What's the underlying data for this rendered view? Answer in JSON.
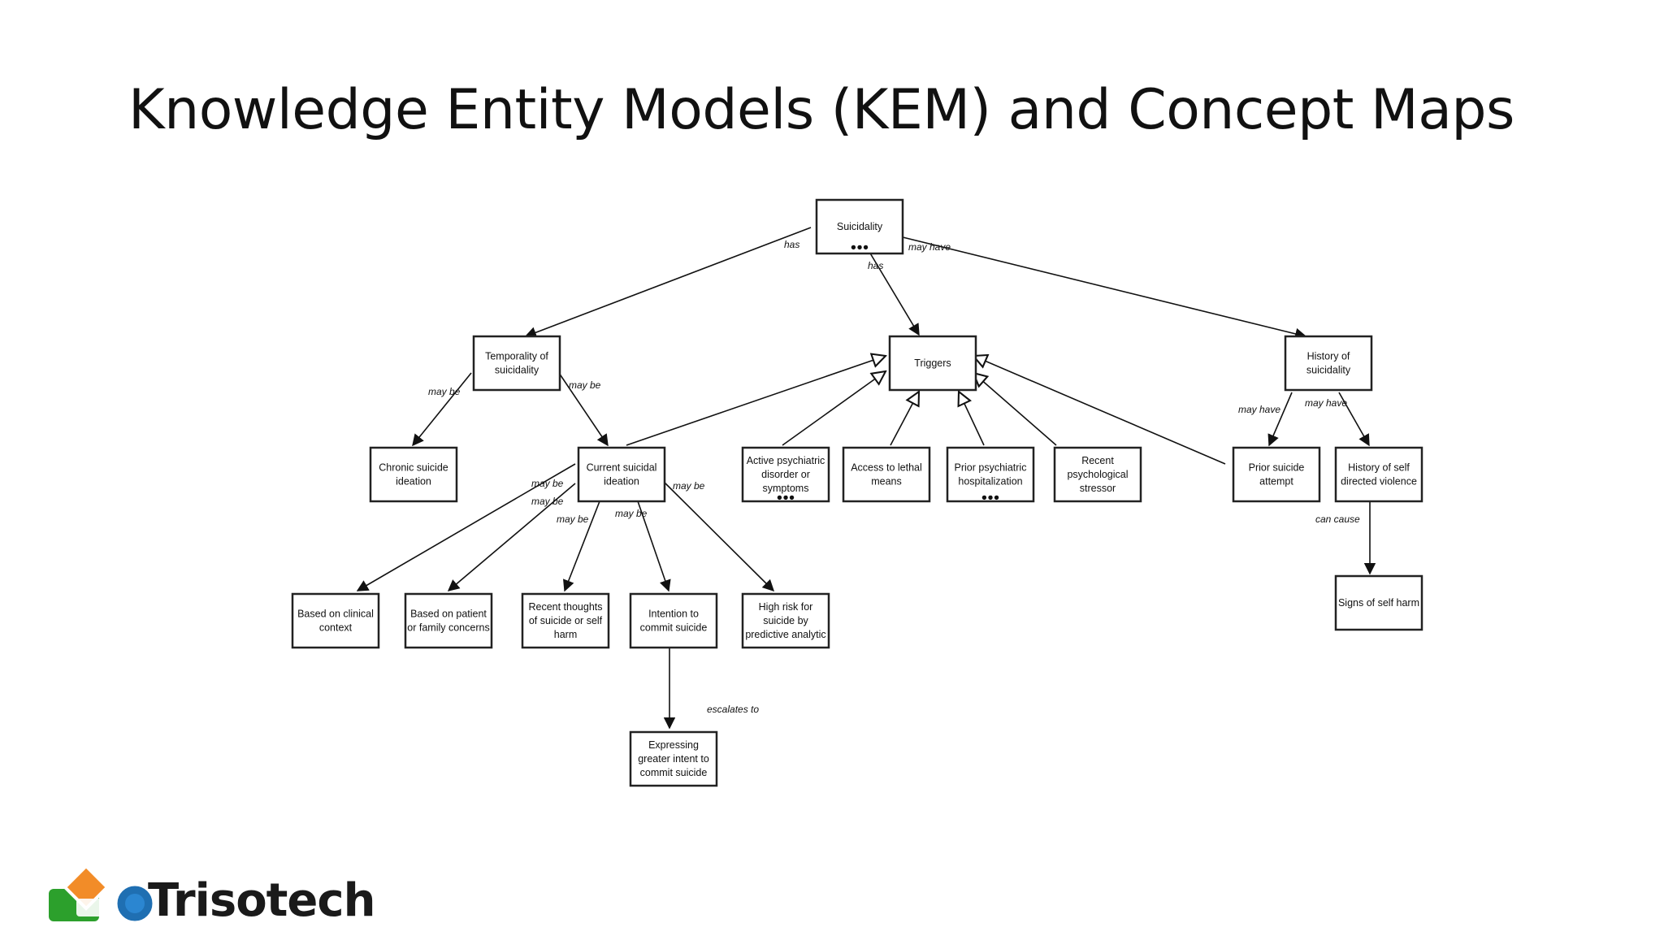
{
  "title": "Knowledge Entity Models (KEM) and Concept Maps",
  "nodes": {
    "suicidality": {
      "lines": [
        "Suicidality"
      ],
      "dots": true
    },
    "temporality": {
      "lines": [
        "Temporality of",
        "suicidality"
      ]
    },
    "triggers": {
      "lines": [
        "Triggers"
      ]
    },
    "history_suicidality": {
      "lines": [
        "History of",
        "suicidality"
      ]
    },
    "chronic": {
      "lines": [
        "Chronic suicide",
        "ideation"
      ]
    },
    "current": {
      "lines": [
        "Current suicidal",
        "ideation"
      ]
    },
    "active_psych": {
      "lines": [
        "Active psychiatric",
        "disorder or",
        "symptoms"
      ],
      "dots": true
    },
    "lethal_means": {
      "lines": [
        "Access to lethal",
        "means"
      ]
    },
    "prior_hosp": {
      "lines": [
        "Prior psychiatric",
        "hospitalization"
      ],
      "dots": true
    },
    "recent_stressor": {
      "lines": [
        "Recent",
        "psychological",
        "stressor"
      ]
    },
    "prior_attempt": {
      "lines": [
        "Prior suicide",
        "attempt"
      ]
    },
    "self_violence": {
      "lines": [
        "History of self",
        "directed violence"
      ]
    },
    "clinical": {
      "lines": [
        "Based on clinical",
        "context"
      ]
    },
    "patient_family": {
      "lines": [
        "Based on patient",
        "or family concerns"
      ]
    },
    "recent_thoughts": {
      "lines": [
        "Recent thoughts",
        "of suicide or self",
        "harm"
      ]
    },
    "intention": {
      "lines": [
        "Intention to",
        "commit suicide"
      ]
    },
    "high_risk": {
      "lines": [
        "High risk for",
        "suicide by",
        "predictive analytic"
      ]
    },
    "expressing": {
      "lines": [
        "Expressing",
        "greater intent to",
        "commit suicide"
      ]
    },
    "self_harm": {
      "lines": [
        "Signs of self harm"
      ]
    }
  },
  "edge_labels": {
    "has_1": "has",
    "has_2": "has",
    "may_have_1": "may have",
    "may_be_chronic": "may be",
    "may_be_current": "may be",
    "may_have_attempt": "may have",
    "may_have_violence": "may have",
    "may_be_clinical": "may be",
    "may_be_patient": "may be",
    "may_be_thoughts": "may be",
    "may_be_intention": "may be",
    "may_be_high": "may be",
    "escalates": "escalates to",
    "can_cause": "can cause"
  },
  "logo": {
    "name": "Trisotech",
    "icon": "trisotech-logo-icon"
  }
}
